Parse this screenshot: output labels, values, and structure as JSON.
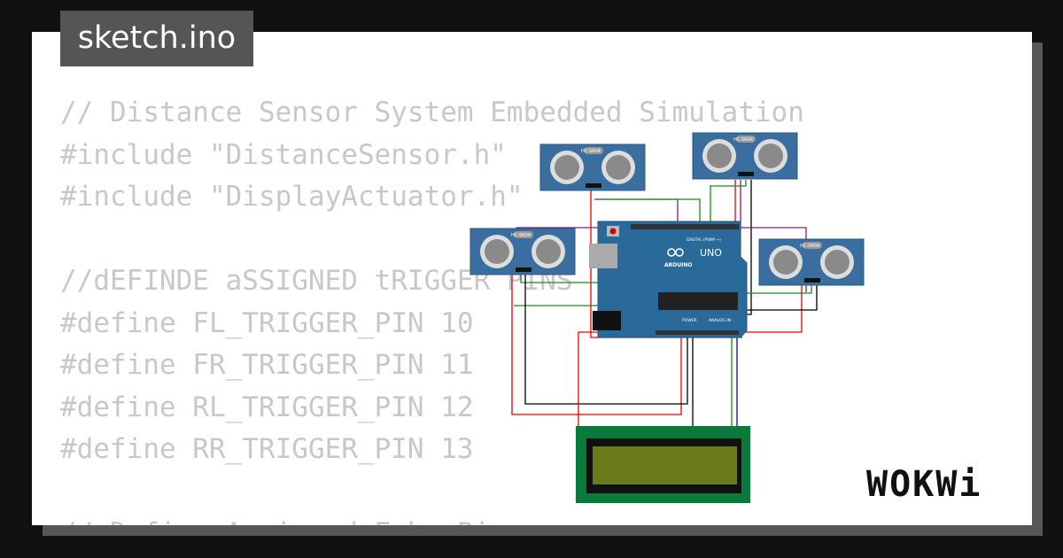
{
  "title": "sketch.ino",
  "code_lines": [
    "// Distance Sensor System Embedded Simulation",
    "#include \"DistanceSensor.h\"",
    "#include \"DisplayActuator.h\"",
    "",
    "//dEFINDE aSSIGNED tRIGGER PINS",
    "#define FL_TRIGGER_PIN 10",
    "#define FR_TRIGGER_PIN 11",
    "#define RL_TRIGGER_PIN 12",
    "#define RR_TRIGGER_PIN 13",
    "",
    "// Define Assigned Echo Pins"
  ],
  "components": {
    "sensor_label": "HC-SR04",
    "board_label": "UNO",
    "board_brand": "ARDUINO",
    "digital_label": "DIGITAL (PWM ~)",
    "power_label": "POWER",
    "analog_label": "ANALOG IN"
  },
  "brand": "WOKWi",
  "colors": {
    "board": "#2a6a9a",
    "sensor": "#3a6e9e",
    "lcd_pcb": "#0a7a3b",
    "lcd_screen": "#6b7a1a"
  }
}
